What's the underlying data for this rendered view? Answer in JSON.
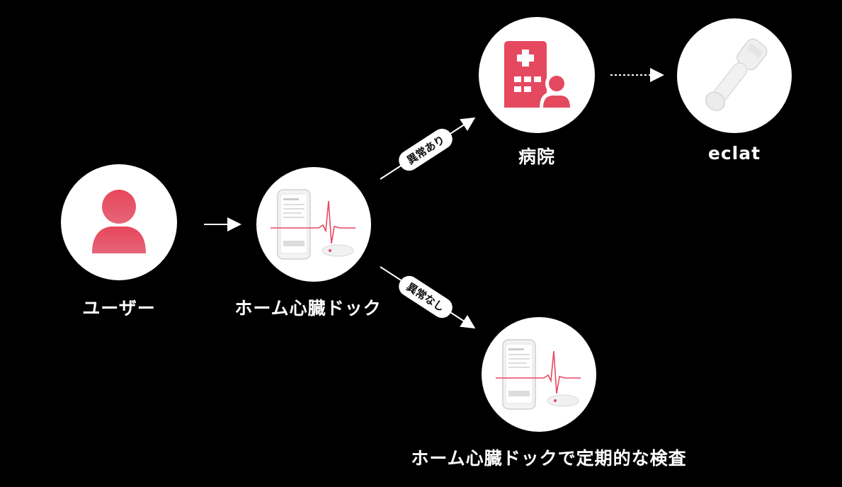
{
  "colors": {
    "background": "#000000",
    "accent": "#e5495f",
    "circle": "#ffffff",
    "text": "#ffffff"
  },
  "nodes": {
    "user": {
      "label": "ユーザー",
      "icon": "person-icon"
    },
    "home": {
      "label": "ホーム心臓ドック",
      "icon": "heart-monitor-device-icon"
    },
    "hospital": {
      "label": "病院",
      "icon": "hospital-building-icon"
    },
    "eclat": {
      "label": "eclat",
      "icon": "ecg-patch-device-icon"
    },
    "regular": {
      "label": "ホーム心臓ドックで定期的な検査",
      "icon": "heart-monitor-device-icon"
    }
  },
  "edges": {
    "abnormal": {
      "label": "異常あり"
    },
    "normal": {
      "label": "異常なし"
    }
  }
}
